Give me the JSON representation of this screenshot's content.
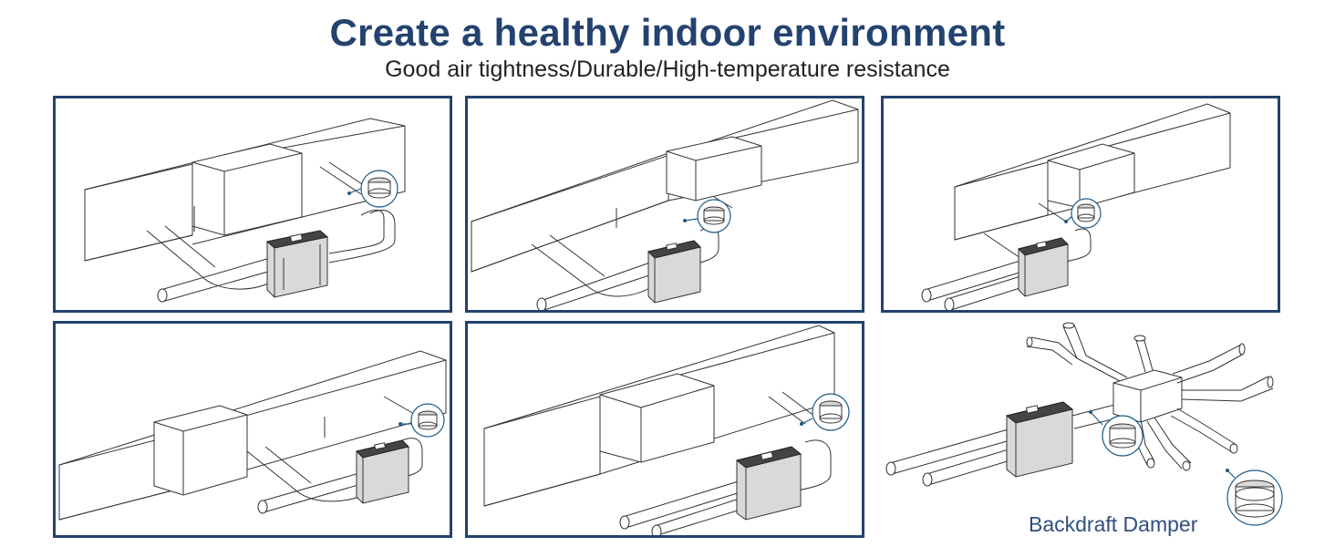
{
  "header": {
    "title": "Create a healthy indoor environment",
    "subtitle": "Good air tightness/Durable/High-temperature resistance"
  },
  "panels": [
    {
      "id": "install-1"
    },
    {
      "id": "install-2"
    },
    {
      "id": "install-3"
    },
    {
      "id": "install-4"
    },
    {
      "id": "install-5"
    }
  ],
  "callout": {
    "label": "Backdraft Damper"
  },
  "colors": {
    "brand": "#23426f",
    "accent": "#1f5d86"
  }
}
